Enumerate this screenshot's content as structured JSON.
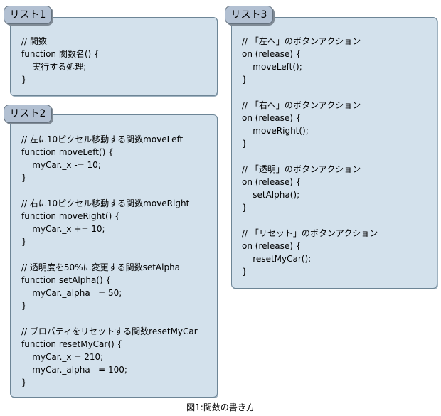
{
  "list1": {
    "title": "リスト1",
    "code": "// 関数\nfunction 関数名() {\n    実行する処理;\n}"
  },
  "list2": {
    "title": "リスト2",
    "code": "// 左に10ピクセル移動する関数moveLeft\nfunction moveLeft() {\n    myCar._x -= 10;\n}\n\n// 右に10ピクセル移動する関数moveRight\nfunction moveRight() {\n    myCar._x += 10;\n}\n\n// 透明度を50%に変更する関数setAlpha\nfunction setAlpha() {\n    myCar._alpha   = 50;\n}\n\n// プロパティをリセットする関数resetMyCar\nfunction resetMyCar() {\n    myCar._x = 210;\n    myCar._alpha   = 100;\n}"
  },
  "list3": {
    "title": "リスト3",
    "code": "// 「左へ」のボタンアクション\non (release) {\n    moveLeft();\n}\n\n// 「右へ」のボタンアクション\non (release) {\n    moveRight();\n}\n\n// 「透明」のボタンアクション\non (release) {\n    setAlpha();\n}\n\n// 「リセット」のボタンアクション\non (release) {\n    resetMyCar();\n}"
  },
  "caption": "図1:関数の書き方"
}
